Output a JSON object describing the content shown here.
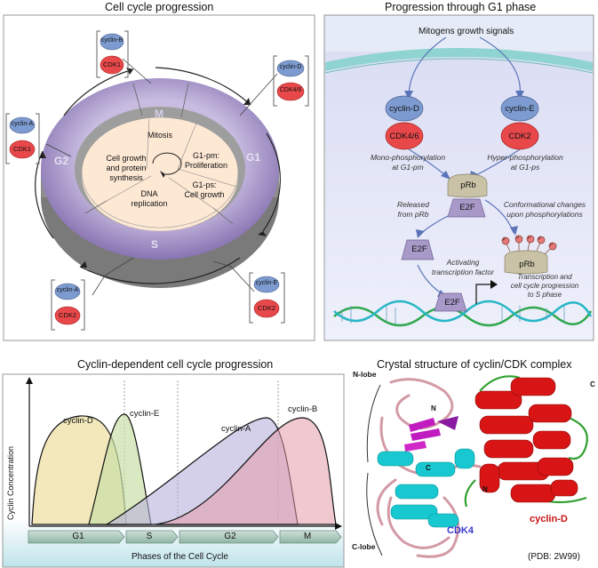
{
  "titles": {
    "tl": "Cell cycle progression",
    "tr": "Progression through G1 phase",
    "bl": "Cyclin-dependent cell cycle progression",
    "br": "Crystal structure of cyclin/CDK complex"
  },
  "cycle": {
    "phases": {
      "m": "M",
      "g1": "G1",
      "s": "S",
      "g2": "G2"
    },
    "center": {
      "mitosis": "Mitosis",
      "growth1": "Cell growth",
      "growth2": "and protein",
      "growth3": "synthesis",
      "g1pm1": "G1-pm:",
      "g1pm2": "Proliferation",
      "g1ps1": "G1-ps:",
      "g1ps2": "Cell growth",
      "dna1": "DNA",
      "dna2": "replication"
    },
    "complexes": {
      "b": {
        "cyclin": "cyclin-B",
        "cdk": "CDK1"
      },
      "d": {
        "cyclin": "cyclin-D",
        "cdk": "CDK4/6"
      },
      "a1": {
        "cyclin": "cyclin-A",
        "cdk": "CDK1"
      },
      "a2": {
        "cyclin": "cyclin-A",
        "cdk": "CDK2"
      },
      "e": {
        "cyclin": "cyclin-E",
        "cdk": "CDK2"
      }
    }
  },
  "g1": {
    "signals": "Mitogens growth signals",
    "cyclin_d": "cyclin-D",
    "cdk46": "CDK4/6",
    "cyclin_e": "cyclin-E",
    "cdk2": "CDK2",
    "mono1": "Mono-phosphorylation",
    "mono2": "at G1-pm",
    "hyper1": "Hyper-phosphorylation",
    "hyper2": "at G1-ps",
    "prb": "pRb",
    "e2f": "E2F",
    "conf1": "Conformational changes",
    "conf2": "upon phosphorylations",
    "rel1": "Released",
    "rel2": "from pRb",
    "act1": "Activating",
    "act2": "transcription factor",
    "tx1": "Transcription and",
    "tx2": "cell cycle progression",
    "tx3": "to S phase",
    "p": "P"
  },
  "chart": {
    "ylabel": "Cyclin Concentration",
    "xlabel": "Phases of the Cell Cycle",
    "phases": [
      "G1",
      "S",
      "G2",
      "M"
    ],
    "curves": {
      "d": "cyclin-D",
      "e": "cyclin-E",
      "a": "cyclin-A",
      "b": "cyclin-B"
    }
  },
  "structure": {
    "nlobe": "N-lobe",
    "clobe": "C-lobe",
    "n1": "N",
    "c1": "C",
    "n2": "N",
    "c2": "C",
    "cdk4": "CDK4",
    "cyclin_d": "cyclin-D",
    "pdb": "(PDB: 2W99)"
  },
  "colors": {
    "cyclin_blue": "#7d9bd0",
    "cdk_red": "#e8484a",
    "ring_purple": "#8f7ab8",
    "cdk4_cyan": "#18c8d0",
    "cyclin_red": "#d81414"
  }
}
